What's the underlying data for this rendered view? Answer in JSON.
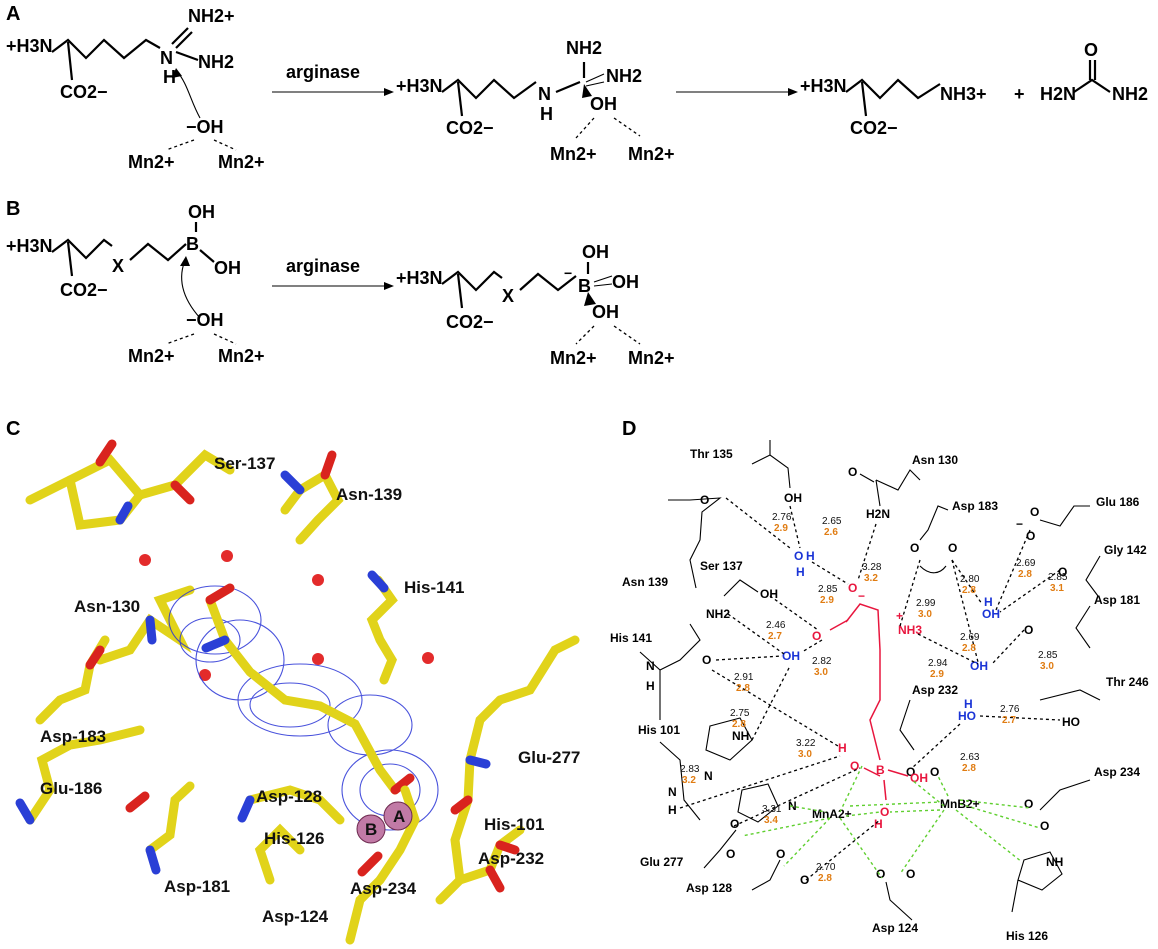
{
  "panels": {
    "a": "A",
    "b": "B",
    "c": "C",
    "d": "D"
  },
  "scheme": {
    "h3n": "+H3N",
    "co2": "CO2−",
    "nh2plus": "NH2+",
    "nh2": "NH2",
    "h": "H",
    "n": "N",
    "oh": "OH",
    "hydroxide": "−OH",
    "mn": "Mn2+",
    "enzyme": "arginase",
    "nh3plus": "NH3+",
    "plus": "+",
    "h2n": "H2N",
    "o": "O",
    "b": "B",
    "x": "X"
  },
  "panel_c": {
    "labels": [
      "Ser-137",
      "Asn-139",
      "His-141",
      "Asn-130",
      "Asp-183",
      "Glu-186",
      "Glu-277",
      "Asp-128",
      "His-101",
      "His-126",
      "Asp-232",
      "Asp-181",
      "Asp-234",
      "Asp-124"
    ],
    "ion_a": "A",
    "ion_b": "B"
  },
  "panel_d": {
    "residues": [
      "Thr 135",
      "Asn 130",
      "Glu 186",
      "Asp 183",
      "Gly 142",
      "Asn 139",
      "Ser 137",
      "Asp 181",
      "His 141",
      "Thr 246",
      "Asp 232",
      "His 101",
      "Asp 234",
      "Glu 277",
      "Asp 128",
      "Asp 124",
      "His 126"
    ],
    "groups": {
      "oh": "OH",
      "o": "O",
      "h": "H",
      "nh2": "NH2",
      "h2n": "H2N",
      "nh3": "NH3",
      "n": "N",
      "nh": "NH",
      "ho": "HO",
      "b": "B",
      "mna": "MnA2+",
      "mnb": "MnB2+",
      "minus": "−",
      "plus": "+"
    },
    "distances": [
      {
        "a": "2.76",
        "b": "2.9"
      },
      {
        "a": "2.65",
        "b": "2.6"
      },
      {
        "a": "3.28",
        "b": "3.2"
      },
      {
        "a": "2.85",
        "b": "2.9"
      },
      {
        "a": "2.69",
        "b": "2.8"
      },
      {
        "a": "2.80",
        "b": "2.8"
      },
      {
        "a": "2.85",
        "b": "3.1"
      },
      {
        "a": "2.46",
        "b": "2.7"
      },
      {
        "a": "2.99",
        "b": "3.0"
      },
      {
        "a": "2.69",
        "b": "2.8"
      },
      {
        "a": "2.91",
        "b": "2.8"
      },
      {
        "a": "2.82",
        "b": "3.0"
      },
      {
        "a": "2.94",
        "b": "2.9"
      },
      {
        "a": "2.85",
        "b": "3.0"
      },
      {
        "a": "2.75",
        "b": "2.8"
      },
      {
        "a": "2.76",
        "b": "2.7"
      },
      {
        "a": "3.22",
        "b": "3.0"
      },
      {
        "a": "2.83",
        "b": "3.2"
      },
      {
        "a": "2.63",
        "b": "2.8"
      },
      {
        "a": "3.31",
        "b": "3.4"
      },
      {
        "a": "2.70",
        "b": "2.8"
      }
    ]
  }
}
